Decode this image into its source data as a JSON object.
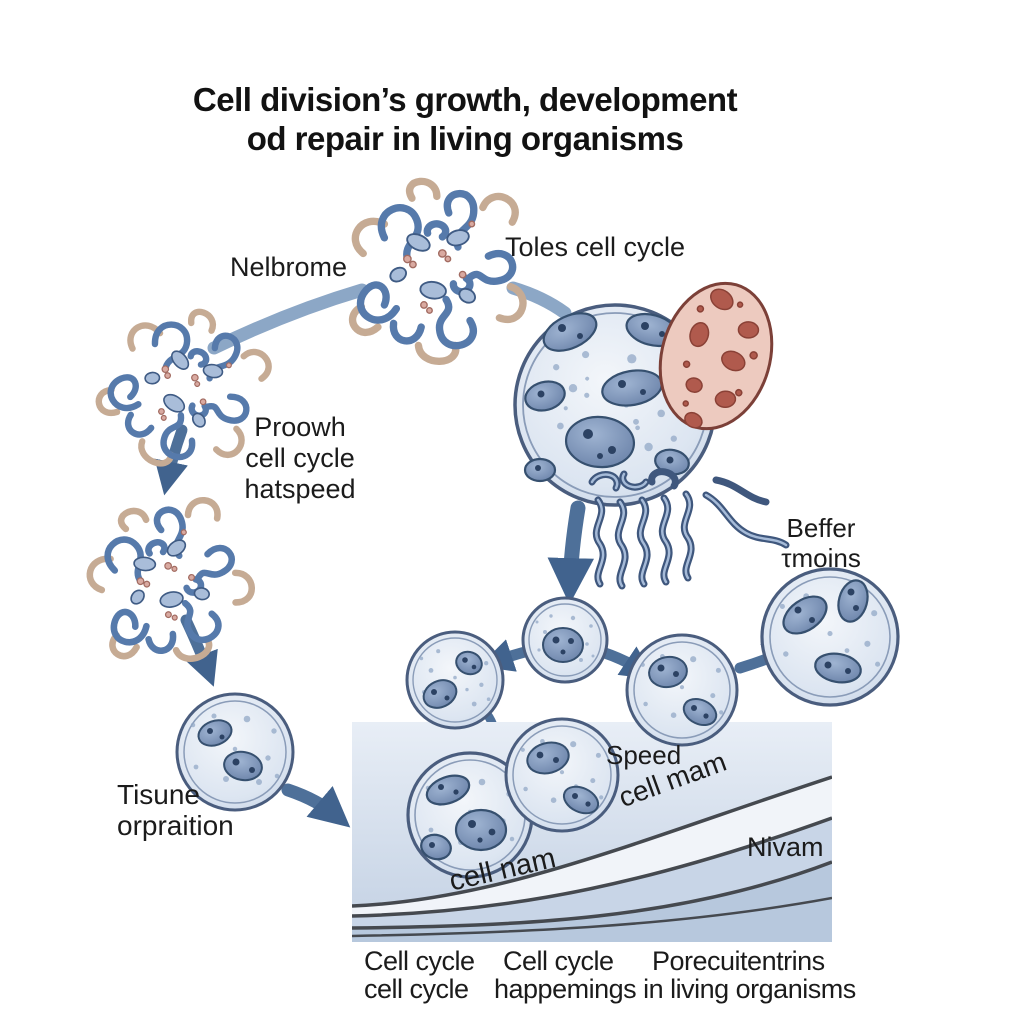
{
  "title": {
    "lines": [
      "Cell division’s growth, development",
      "od repair in living organisms"
    ]
  },
  "labels": {
    "nelbrome": "Nelbrome",
    "toles_cell_cycle": "Toles cell cycle",
    "proowh": [
      "Proowh",
      "cell cycle",
      "hatspeed"
    ],
    "beffer": [
      "Beffer",
      "τmoins"
    ],
    "tisune": [
      "Tisune",
      "orpraition"
    ],
    "speed": "Speed",
    "cell_mam": "cell mam",
    "nivam": "Nivam",
    "cell_nam": "cell nam"
  },
  "footer": {
    "col1": [
      "Cell cycle",
      "cell cycle"
    ],
    "col2_line1": "Cell cycle",
    "col2_line2": "happemings in living organisms",
    "col3": "Porecuitentrins"
  },
  "colors": {
    "text": "#1b1b1b",
    "cell_membrane": "#4a5d7e",
    "cell_fill": "#dde6f2",
    "nucleus": "#7e97ba",
    "nucleus_spot": "#2c4263",
    "arrow": "#4e7099",
    "arc_swoosh": "#8ca7c6",
    "chromatin_blue": "#567aab",
    "chromatin_tan": "#c6ab94",
    "chromatin_pink": "#d9aaa1",
    "organelle_body": "#edcabf",
    "organelle_spot": "#b05a4d",
    "chart_background": "#dbe4f0",
    "chart_band_light": "#f1f4f9",
    "chart_band_medium": "#c8d5e7",
    "chart_curve": "#45494f"
  }
}
